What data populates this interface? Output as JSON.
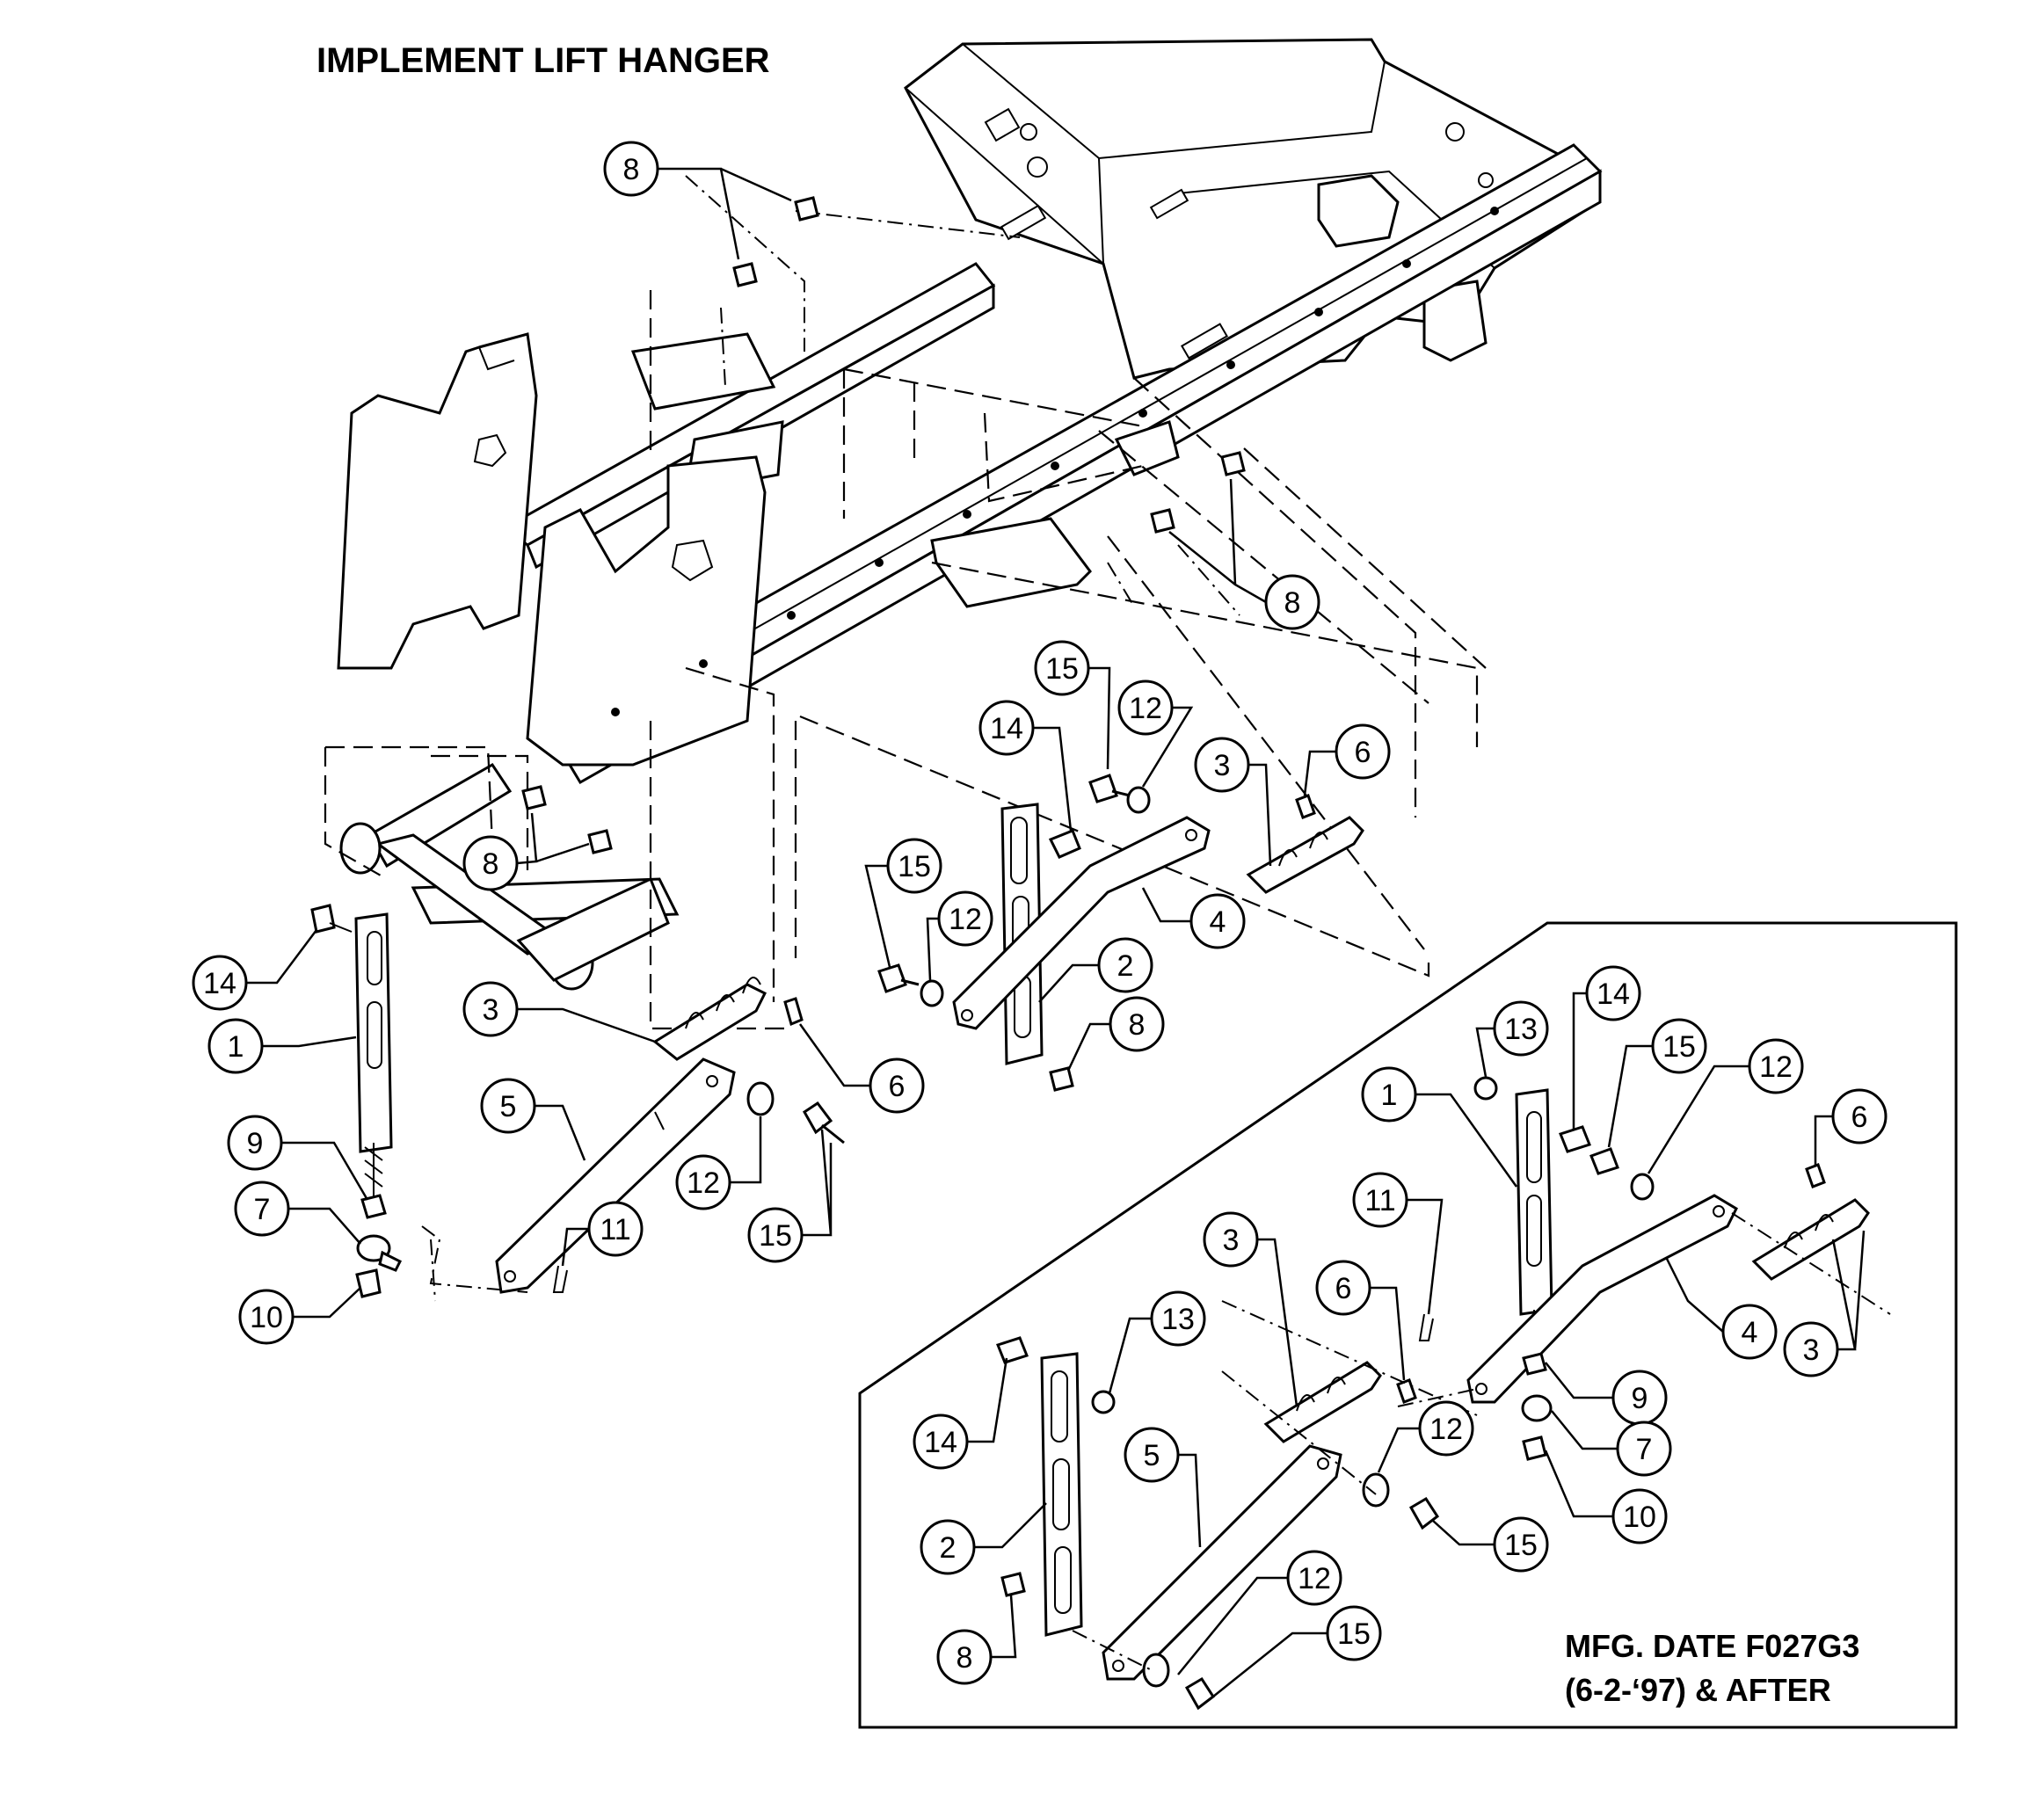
{
  "title": "IMPLEMENT LIFT HANGER",
  "inset_caption": {
    "line1": "MFG. DATE F027G3",
    "line2": "(6-2-‘97) & AFTER"
  },
  "callouts_main": [
    {
      "label": "8"
    },
    {
      "label": "8"
    },
    {
      "label": "8"
    },
    {
      "label": "15"
    },
    {
      "label": "12"
    },
    {
      "label": "14"
    },
    {
      "label": "3"
    },
    {
      "label": "6"
    },
    {
      "label": "15"
    },
    {
      "label": "12"
    },
    {
      "label": "4"
    },
    {
      "label": "2"
    },
    {
      "label": "8"
    },
    {
      "label": "14"
    },
    {
      "label": "1"
    },
    {
      "label": "3"
    },
    {
      "label": "6"
    },
    {
      "label": "5"
    },
    {
      "label": "9"
    },
    {
      "label": "12"
    },
    {
      "label": "7"
    },
    {
      "label": "11"
    },
    {
      "label": "15"
    },
    {
      "label": "10"
    }
  ],
  "callouts_inset": [
    {
      "label": "13"
    },
    {
      "label": "14"
    },
    {
      "label": "15"
    },
    {
      "label": "12"
    },
    {
      "label": "1"
    },
    {
      "label": "6"
    },
    {
      "label": "11"
    },
    {
      "label": "3"
    },
    {
      "label": "6"
    },
    {
      "label": "4"
    },
    {
      "label": "3"
    },
    {
      "label": "13"
    },
    {
      "label": "9"
    },
    {
      "label": "14"
    },
    {
      "label": "5"
    },
    {
      "label": "12"
    },
    {
      "label": "7"
    },
    {
      "label": "10"
    },
    {
      "label": "2"
    },
    {
      "label": "15"
    },
    {
      "label": "12"
    },
    {
      "label": "15"
    },
    {
      "label": "8"
    }
  ]
}
